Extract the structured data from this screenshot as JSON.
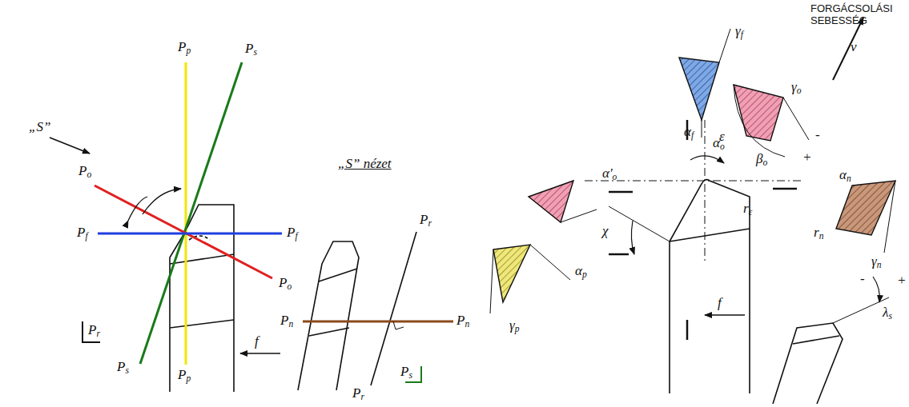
{
  "diagram": {
    "labels": [
      "„S”",
      "Pp",
      "Ps",
      "Po",
      "Pf",
      "Pf",
      "Po",
      "Ps",
      "Pp",
      "Pr",
      "f",
      "„S” nézet",
      "Pr",
      "Pn",
      "Pn",
      "Pr",
      "Ps",
      "FORGÁCSOLÁSI SEBESSÉG",
      "v",
      "γf",
      "αf",
      "γo",
      "βo",
      "αo",
      "-",
      "+",
      "α'o",
      "ε",
      "αn",
      "rn",
      "γn",
      "-",
      "λs",
      "+",
      "rε",
      "χ",
      "αp",
      "γp",
      "f"
    ]
  }
}
